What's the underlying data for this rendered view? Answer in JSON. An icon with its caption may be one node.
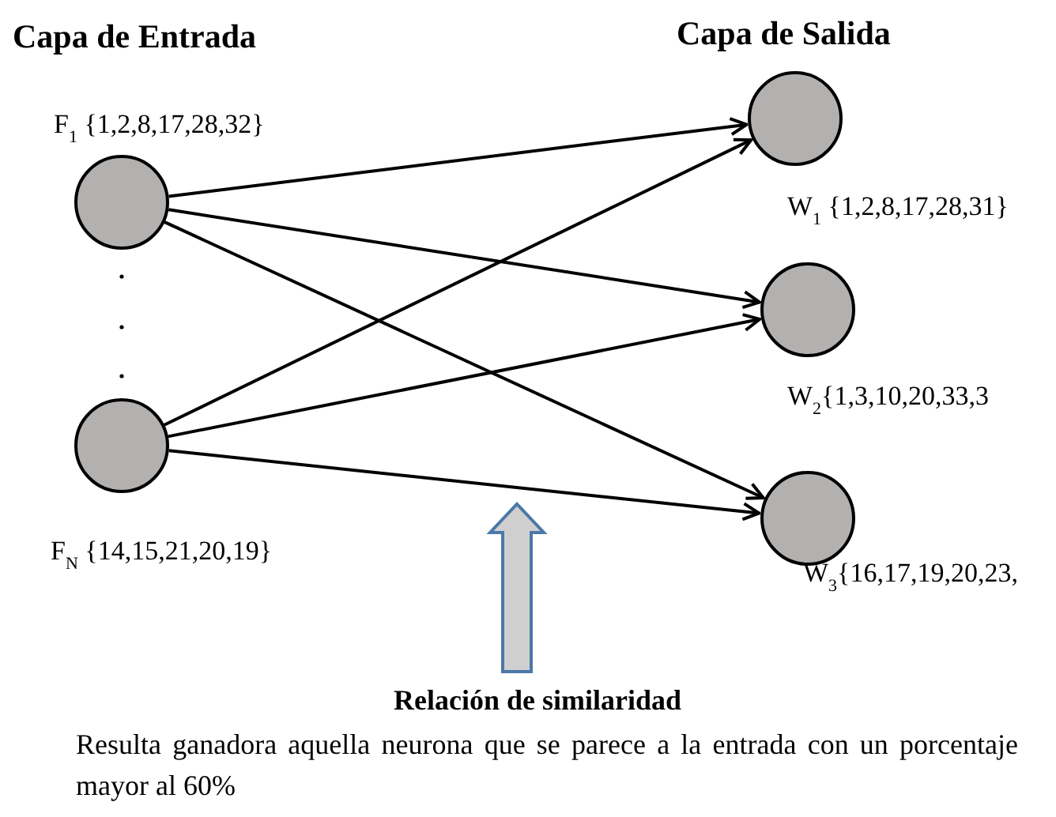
{
  "diagram": {
    "nodes": [
      {
        "text": [],
        "shape": "circle",
        "beside": [
          "F$_{1}$ {1,2,8,17,28,32}"
        ]
      },
      {
        "text": [],
        "shape": "circle",
        "beside": [
          "F$_{N}$ {14,15,21,20,19}"
        ]
      },
      {
        "text": [],
        "shape": "circle",
        "beside": [
          "W$_{1}$ {1,2,8,17,28,31}"
        ]
      },
      {
        "text": [],
        "shape": "circle",
        "beside": [
          "W$_{2}${1,3,10,20,33,3"
        ]
      },
      {
        "text": [],
        "shape": "circle",
        "beside": [
          "W$_{3}${16,17,19,20,23,"
        ]
      }
    ],
    "edges": [
      {
        "from": 0,
        "to": 2,
        "arrow": "to"
      },
      {
        "from": 0,
        "to": 3,
        "arrow": "to"
      },
      {
        "from": 0,
        "to": 4,
        "arrow": "to"
      },
      {
        "from": 1,
        "to": 2,
        "arrow": "to"
      },
      {
        "from": 1,
        "to": 3,
        "arrow": "to"
      },
      {
        "from": 1,
        "to": 4,
        "arrow": "to"
      }
    ],
    "labels": [
      "Capa de Entrada",
      "Capa de Salida",
      "Relación de similaridad",
      "Resulta ganadora aquella neurona que se parece a la entrada con un porcentaje mayor al 60%"
    ]
  }
}
